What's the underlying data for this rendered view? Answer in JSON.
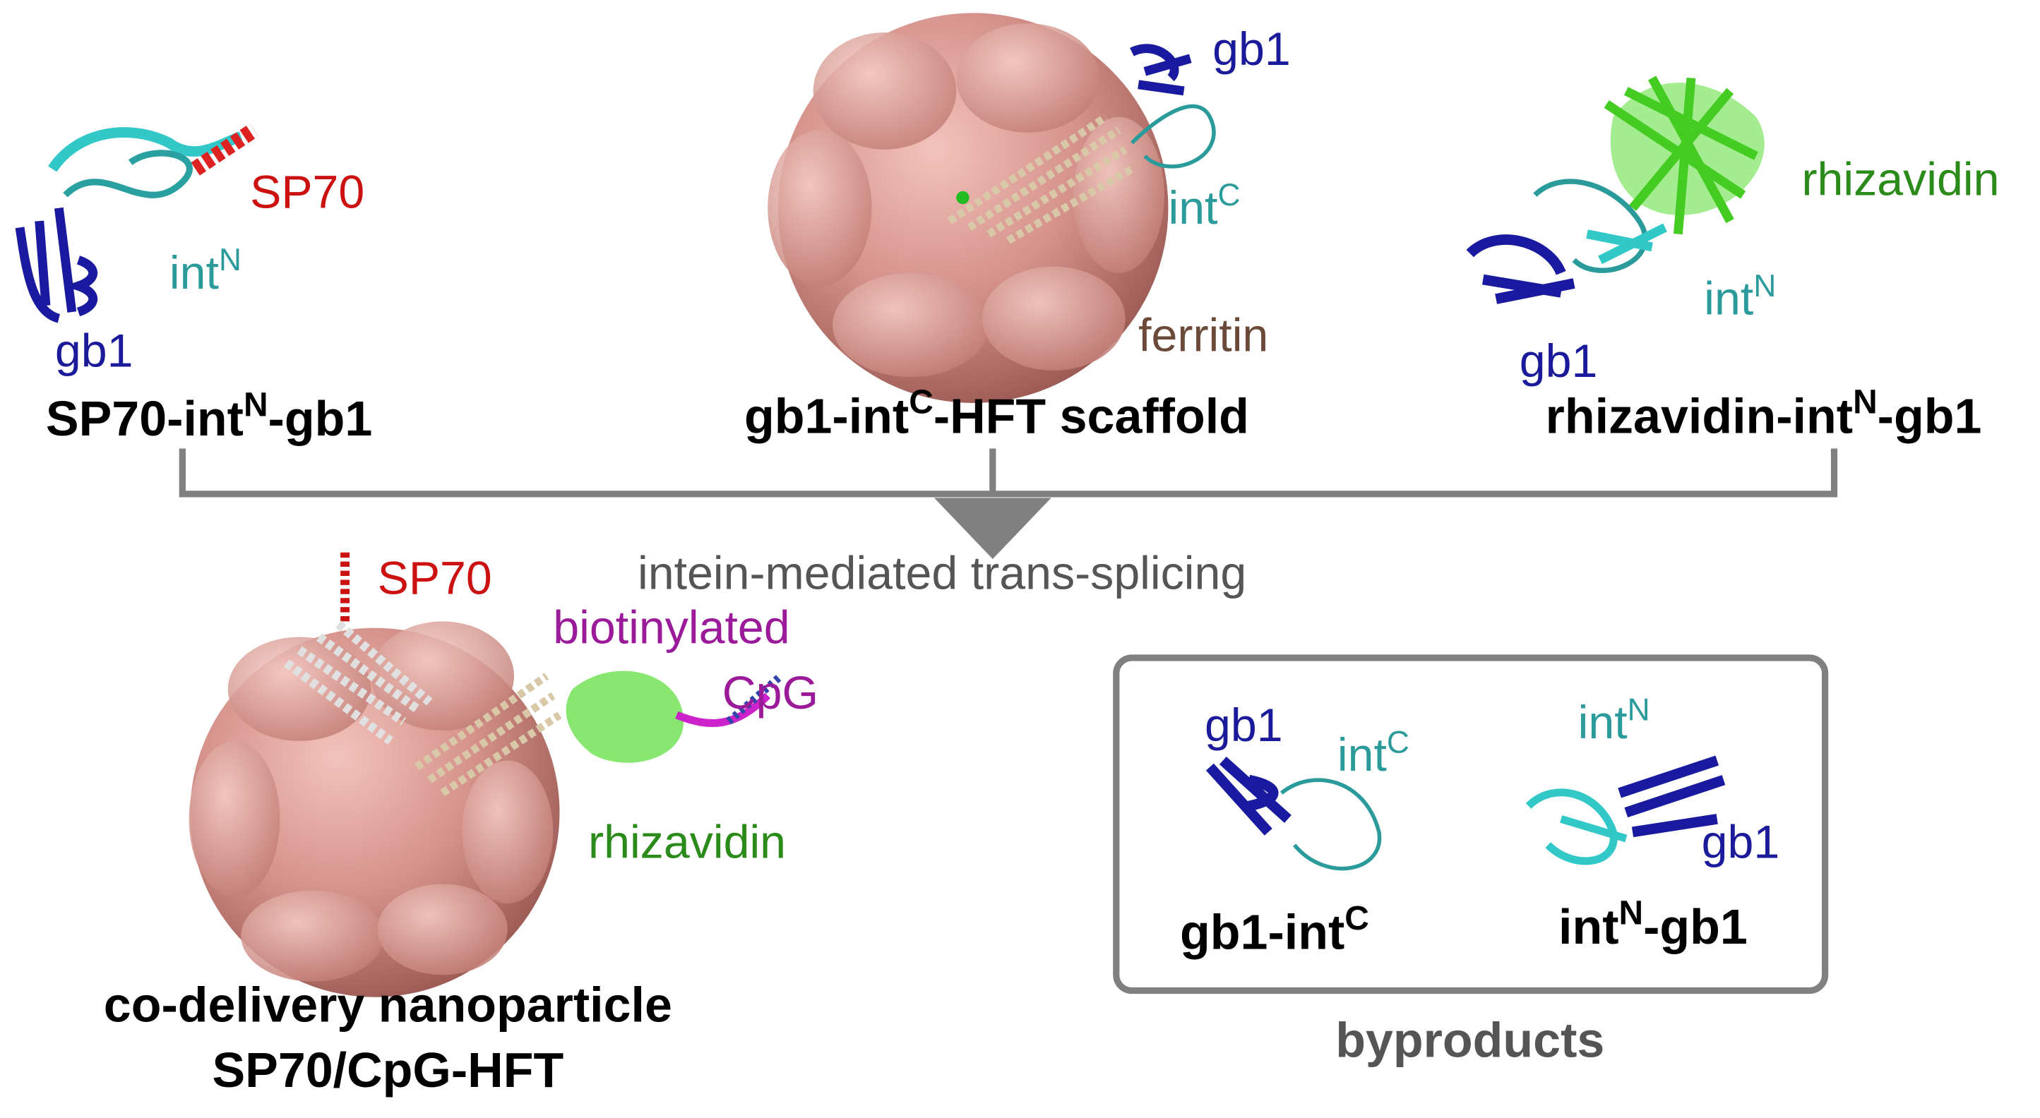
{
  "colors": {
    "sp70": "#cc1111",
    "int": "#2a9a9a",
    "gb1": "#1a1a9a",
    "ferritin": "#6b4a3a",
    "rhizavidin": "#2a8a1a",
    "cpg": "#9a1a9a",
    "gray": "#555555"
  },
  "sp70_construct": {
    "labels": {
      "sp70": "SP70",
      "int": "int",
      "int_sup": "N",
      "gb1": "gb1"
    },
    "title": {
      "a": "SP70-int",
      "sup": "N",
      "b": "-gb1"
    }
  },
  "scaffold": {
    "labels": {
      "gb1": "gb1",
      "int": "int",
      "int_sup": "C",
      "ferritin": "ferritin"
    },
    "title": {
      "a": "gb1-int",
      "sup": "C",
      "b": "-HFT scaffold"
    }
  },
  "rhizavidin_construct": {
    "labels": {
      "rhizavidin": "rhizavidin",
      "int": "int",
      "int_sup": "N",
      "gb1": "gb1"
    },
    "title": {
      "a": "rhizavidin-int",
      "sup": "N",
      "b": "-gb1"
    }
  },
  "reaction": {
    "label": "intein-mediated trans-splicing"
  },
  "product": {
    "labels": {
      "sp70": "SP70",
      "biotinylated": "biotinylated",
      "cpg": "CpG",
      "rhizavidin": "rhizavidin"
    },
    "title_line1": "co-delivery nanoparticle",
    "title_line2": "SP70/CpG-HFT"
  },
  "byproducts": {
    "label": "byproducts",
    "item1": {
      "gb1": "gb1",
      "int": "int",
      "int_sup": "C",
      "title": {
        "a": "gb1-int",
        "sup": "C"
      }
    },
    "item2": {
      "int": "int",
      "int_sup": "N",
      "gb1": "gb1",
      "title": {
        "a": "int",
        "sup": "N",
        "b": "-gb1"
      }
    }
  }
}
